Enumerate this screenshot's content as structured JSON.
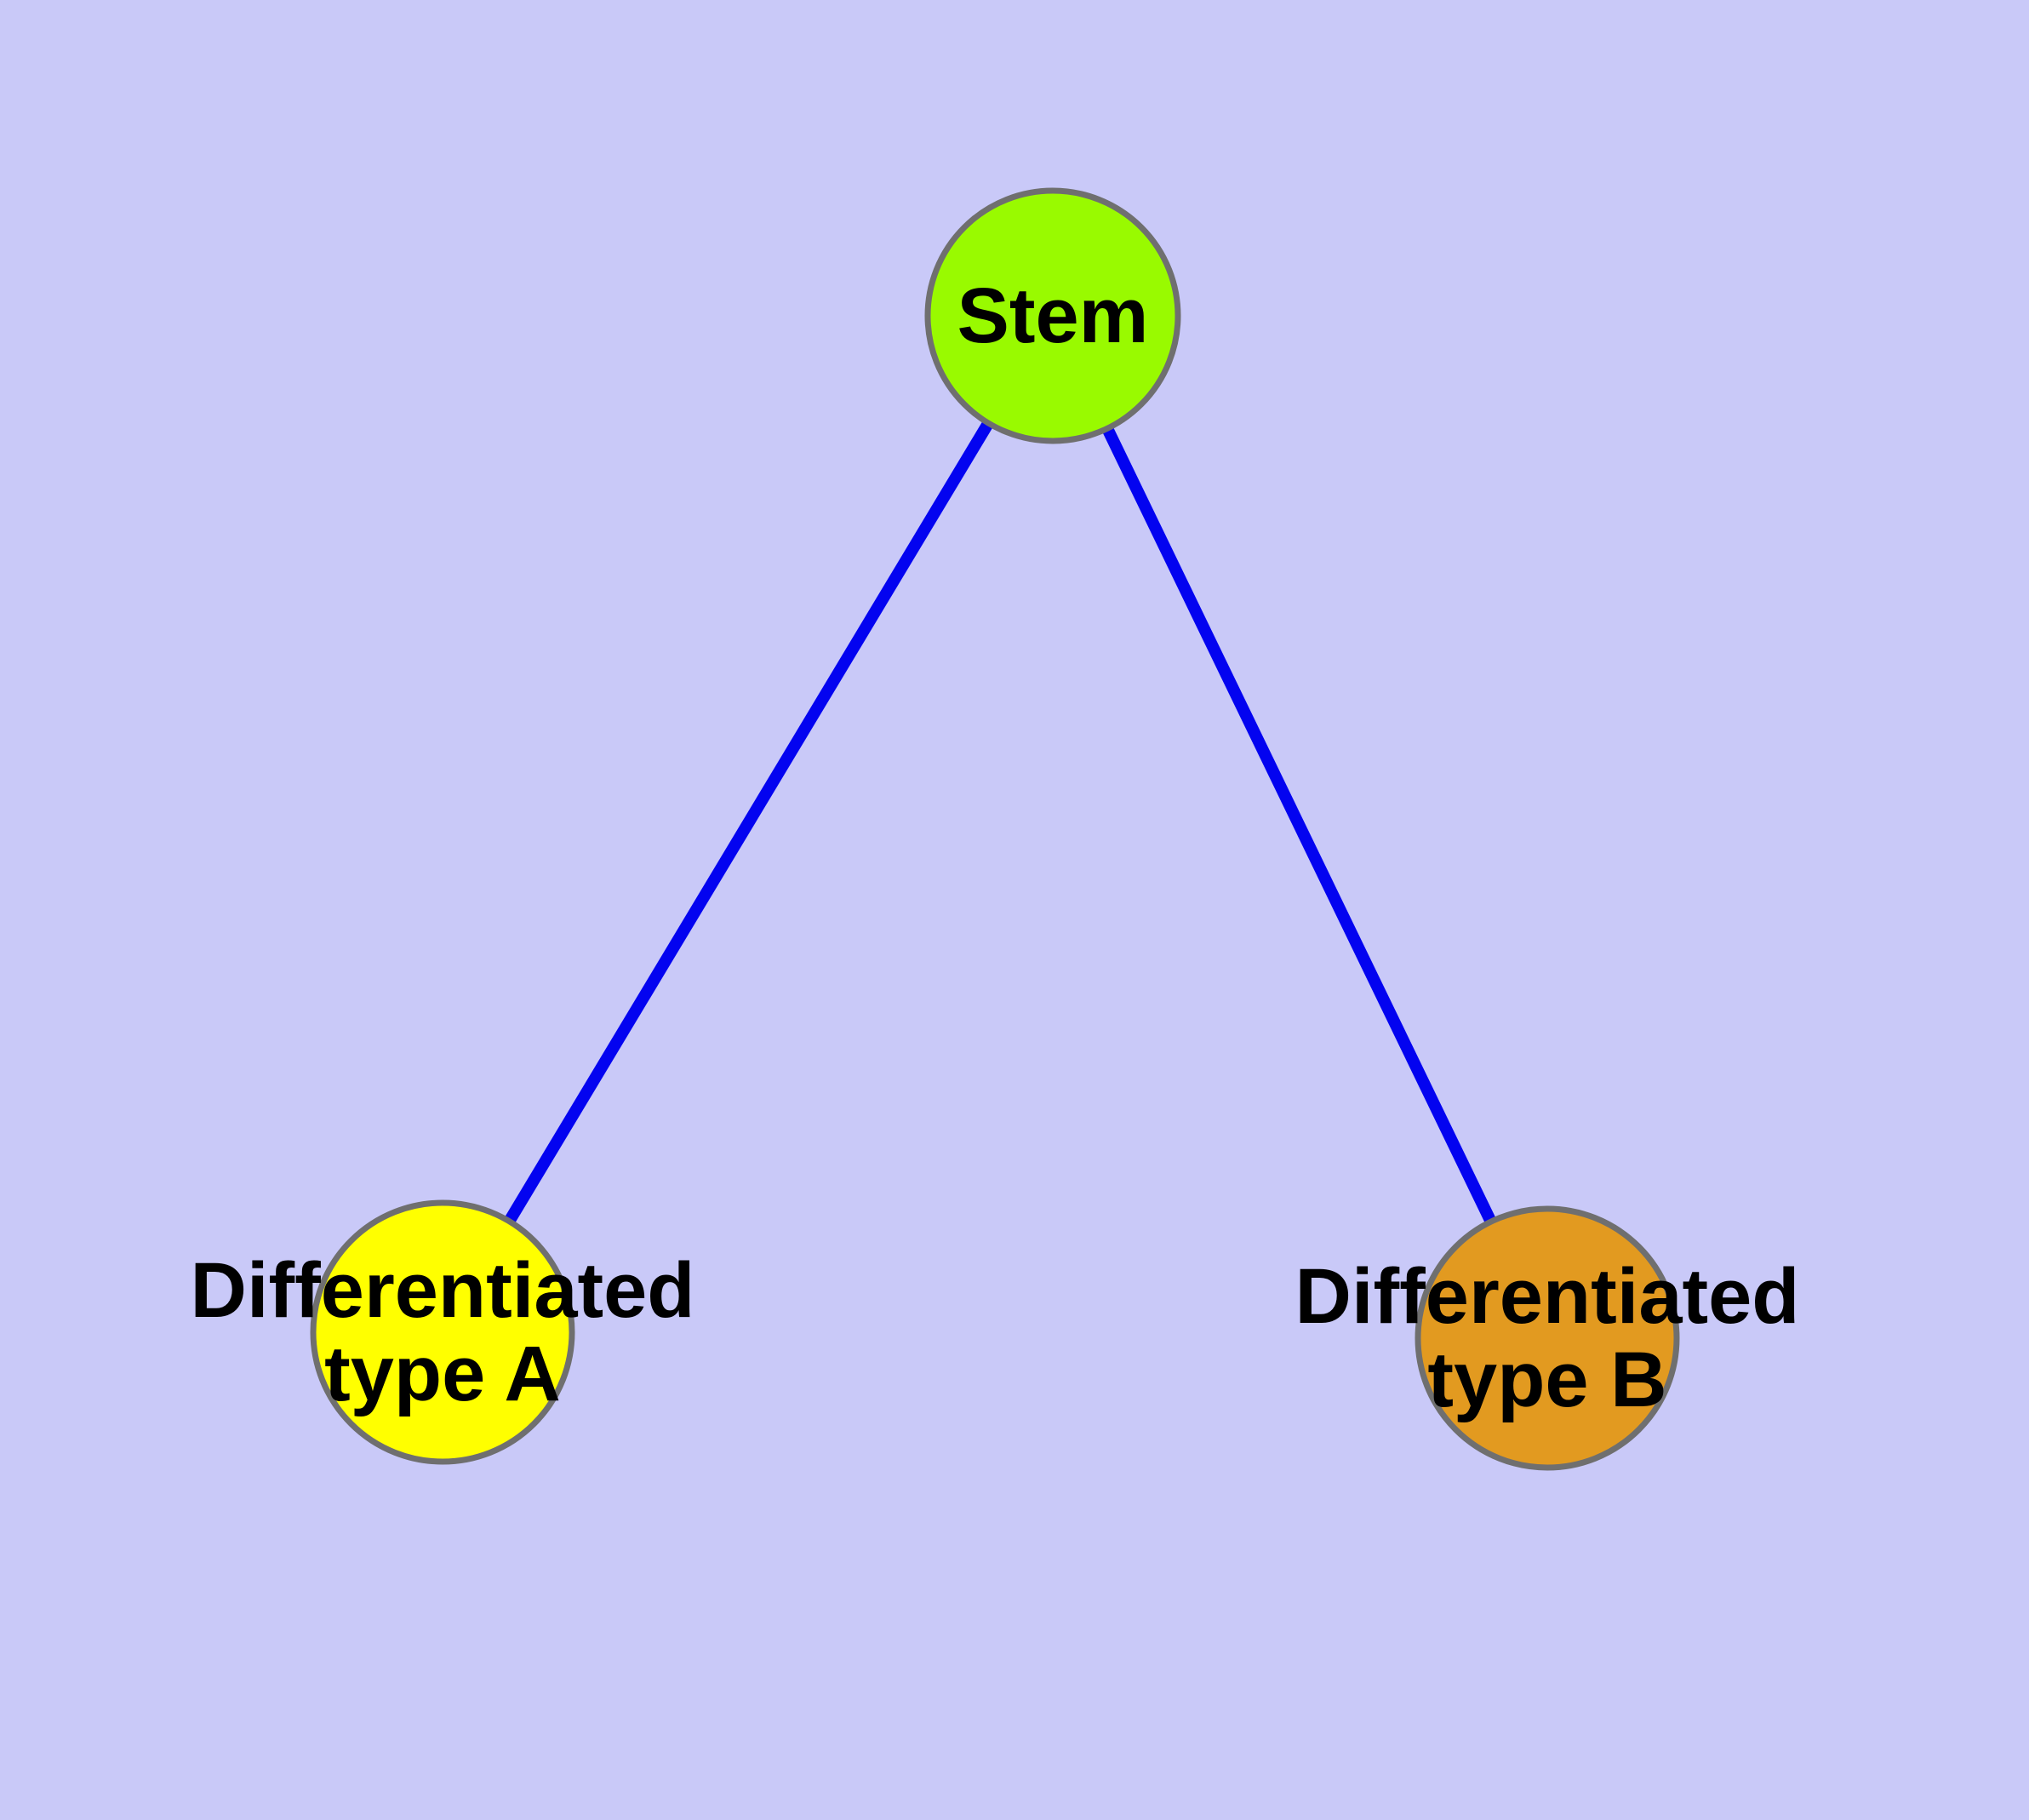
{
  "diagram": {
    "background_color": "#c9c9f8",
    "edge_color": "#0303f0",
    "node_border_color": "#6f6f6f",
    "text_color": "#000000",
    "nodes": {
      "stem": {
        "label": "Stem",
        "fill": "#99fa00"
      },
      "type_a": {
        "label_line1": "Differentiated",
        "label_line2": "type A",
        "fill": "#ffff00"
      },
      "type_b": {
        "label_line1": "Differentiated",
        "label_line2": "type B",
        "fill": "#e29a20"
      }
    },
    "edges": [
      {
        "from": "Stem",
        "to": "Differentiated type A"
      },
      {
        "from": "Stem",
        "to": "Differentiated type B"
      }
    ]
  }
}
